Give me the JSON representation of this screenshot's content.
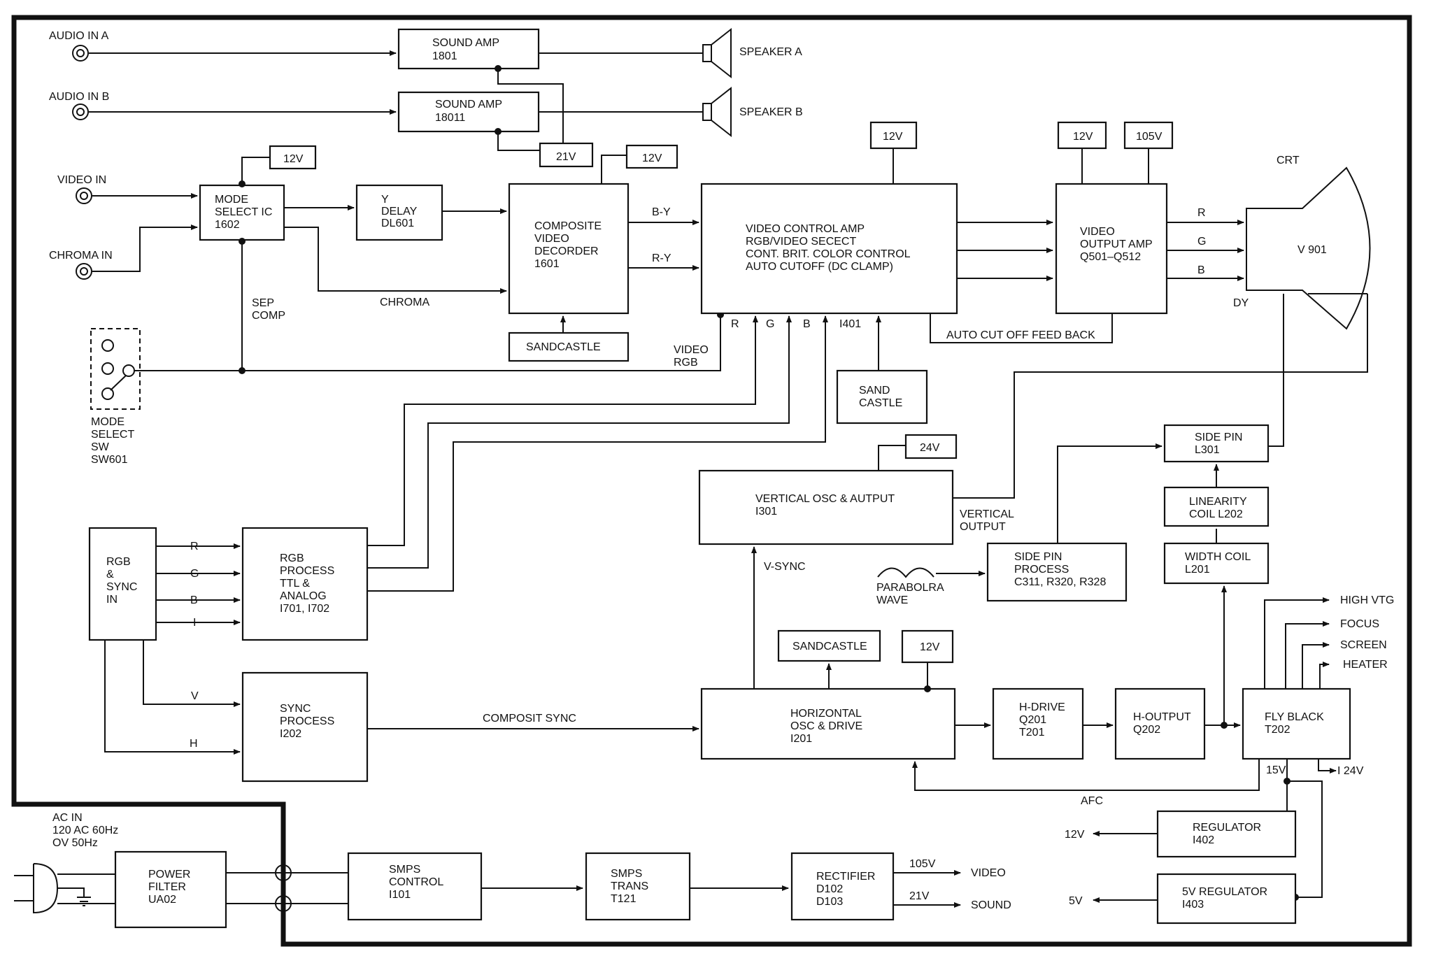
{
  "inputs": {
    "audio_in_a": "AUDIO IN A",
    "audio_in_b": "AUDIO IN B",
    "video_in": "VIDEO IN",
    "chroma_in": "CHROMA IN",
    "ac_in": [
      "AC IN",
      "120 AC 60Hz",
      "OV 50Hz"
    ]
  },
  "blocks": {
    "sound_amp_a": [
      "SOUND AMP",
      "1801"
    ],
    "sound_amp_b": [
      "SOUND AMP",
      "18011"
    ],
    "mode_select_ic": [
      "MODE",
      "SELECT IC",
      "1602"
    ],
    "y_delay": [
      "Y",
      "DELAY",
      "DL601"
    ],
    "composite_decoder": [
      "COMPOSITE",
      "VIDEO",
      "DECORDER",
      "1601"
    ],
    "sandcastle_1": [
      "SANDCASTLE"
    ],
    "video_control_amp": [
      "VIDEO CONTROL AMP",
      "RGB/VIDEO SECECT",
      "CONT. BRIT. COLOR CONTROL",
      "AUTO CUTOFF (DC CLAMP)"
    ],
    "video_output_amp": [
      "VIDEO",
      "OUTPUT AMP",
      "Q501–Q512"
    ],
    "crt": [
      "V 901"
    ],
    "sand_castle_2": [
      "SAND",
      "CASTLE"
    ],
    "vertical_osc": [
      "VERTICAL OSC & AUTPUT",
      "I301"
    ],
    "side_pin_l301": [
      "SIDE PIN",
      "L301"
    ],
    "linearity_coil": [
      "LINEARITY",
      "COIL L202"
    ],
    "width_coil": [
      "WIDTH COIL",
      "L201"
    ],
    "side_pin_process": [
      "SIDE PIN",
      "PROCESS",
      "C311, R320, R328"
    ],
    "rgb_sync_in": [
      "RGB",
      "&",
      "SYNC",
      "IN"
    ],
    "rgb_process": [
      "RGB",
      "PROCESS",
      "TTL &",
      "ANALOG",
      "I701, I702"
    ],
    "sync_process": [
      "SYNC",
      "PROCESS",
      "I202"
    ],
    "sandcastle_3": [
      "SANDCASTLE"
    ],
    "horizontal_osc": [
      "HORIZONTAL",
      "OSC & DRIVE",
      "I201"
    ],
    "h_drive": [
      "H-DRIVE",
      "Q201",
      "T201"
    ],
    "h_output": [
      "H-OUTPUT",
      "Q202"
    ],
    "fly_black": [
      "FLY BLACK",
      "T202"
    ],
    "regulator": [
      "REGULATOR",
      "I402"
    ],
    "regulator_5v": [
      "5V REGULATOR",
      "I403"
    ],
    "power_filter": [
      "POWER",
      "FILTER",
      "UA02"
    ],
    "smps_control": [
      "SMPS",
      "CONTROL",
      "I101"
    ],
    "smps_trans": [
      "SMPS",
      "TRANS",
      "T121"
    ],
    "rectifier": [
      "RECTIFIER",
      "D102",
      "D103"
    ]
  },
  "supplies": {
    "v12": "12V",
    "v21": "21V",
    "v24": "24V",
    "v105": "105V",
    "v15": "15V",
    "v5": "5V",
    "i24v": "I 24V"
  },
  "labels": {
    "speaker_a": "SPEAKER A",
    "speaker_b": "SPEAKER B",
    "crt": "CRT",
    "sep_comp": [
      "SEP",
      "COMP"
    ],
    "chroma": "CHROMA",
    "b_y": "B-Y",
    "r_y": "R-Y",
    "video_rgb": [
      "VIDEO",
      "RGB"
    ],
    "port_r": "R",
    "port_g": "G",
    "port_b": "B",
    "port_i401": "I401",
    "auto_feedback": "AUTO CUT OFF FEED BACK",
    "dy": "DY",
    "mode_select_sw": [
      "MODE",
      "SELECT",
      "SW",
      "SW601"
    ],
    "vertical_output": [
      "VERTICAL",
      "OUTPUT"
    ],
    "v_sync": "V-SYNC",
    "parabola_wave": [
      "PARABOLRA",
      "WAVE"
    ],
    "sig_r": "R",
    "sig_g": "G",
    "sig_b": "B",
    "sig_i": "I",
    "sig_v": "V",
    "sig_h": "H",
    "composit_sync": "COMPOSIT SYNC",
    "afc": "AFC",
    "high_vtg": "HIGH VTG",
    "focus": "FOCUS",
    "screen": "SCREEN",
    "heater": "HEATER",
    "video_out": "VIDEO",
    "sound_out": "SOUND"
  }
}
